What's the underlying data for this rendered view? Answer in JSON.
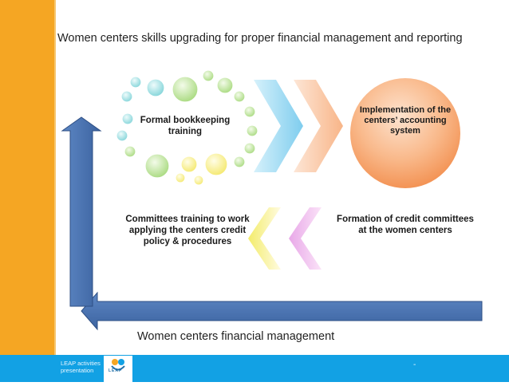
{
  "title": "Women centers skills upgrading for proper financial management and reporting",
  "steps": {
    "bookkeeping": "Formal bookkeeping training",
    "implementation": "Implementation of the centers’ accounting system",
    "formation": "Formation of credit committees at the women centers",
    "committees_training": "Committees training to work applying the centers credit policy & procedures"
  },
  "subtitle": "Women centers financial management",
  "footer": {
    "text": "LEAP activities presentation",
    "logo_text": "LEAP",
    "page": "-"
  },
  "colors": {
    "left_bar": "#f5a623",
    "footer": "#12a1e4",
    "arrow": "#4a74b3",
    "orange_circle": "#f7a56e"
  }
}
